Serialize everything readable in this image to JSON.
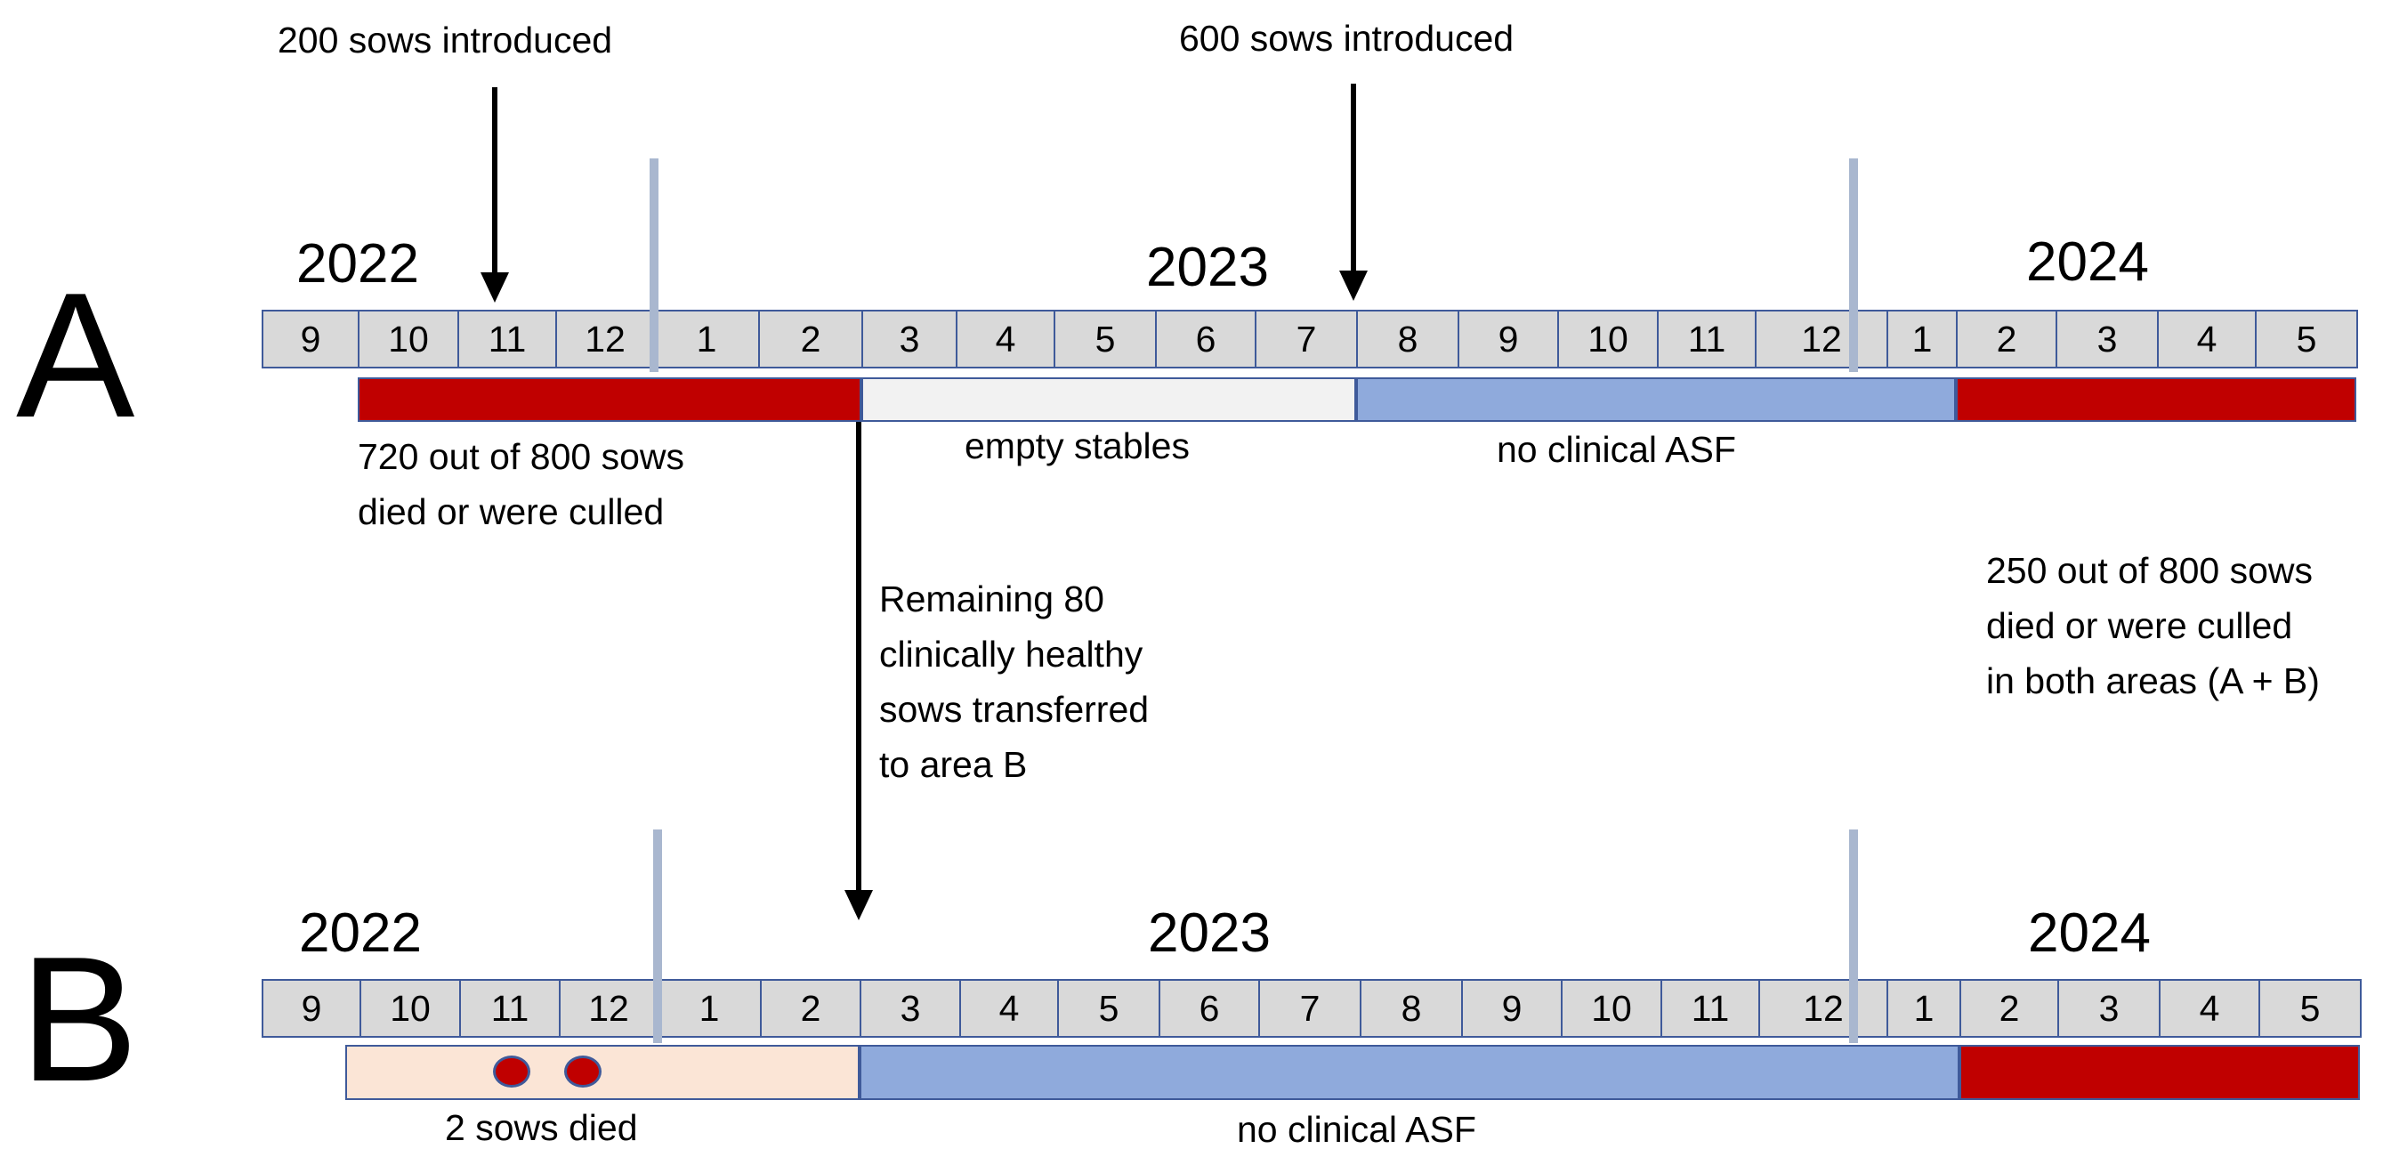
{
  "panel_a": {
    "letter": "A",
    "years": [
      "2022",
      "2023",
      "2024"
    ],
    "months": [
      "9",
      "10",
      "11",
      "12",
      "1",
      "2",
      "3",
      "4",
      "5",
      "6",
      "7",
      "8",
      "9",
      "10",
      "11",
      "12",
      "1",
      "2",
      "3",
      "4",
      "5"
    ],
    "annotations": {
      "intro1": "200 sows introduced",
      "intro2": "600 sows introduced",
      "died": [
        "720 out of 800 sows",
        "died or were culled"
      ],
      "empty": "empty stables",
      "no_asf": "no clinical ASF",
      "transfer": [
        "Remaining 80",
        "clinically healthy",
        "sows transferred",
        "to area B"
      ],
      "both": [
        "250 out of 800 sows",
        "died or were culled",
        "in both areas (A + B)"
      ]
    }
  },
  "panel_b": {
    "letter": "B",
    "years": [
      "2022",
      "2023",
      "2024"
    ],
    "months": [
      "9",
      "10",
      "11",
      "12",
      "1",
      "2",
      "3",
      "4",
      "5",
      "6",
      "7",
      "8",
      "9",
      "10",
      "11",
      "12",
      "1",
      "2",
      "3",
      "4",
      "5"
    ],
    "annotations": {
      "died": "2 sows died",
      "no_asf": "no clinical ASF"
    }
  },
  "colors": {
    "cell_fill": "#d9d9d9",
    "cell_border": "#3f5a9a",
    "red": "#c00000",
    "blue": "#8faadc",
    "empty": "#f2f2f2",
    "peach": "#fbe5d6",
    "year_line": "#a9b7cf"
  }
}
